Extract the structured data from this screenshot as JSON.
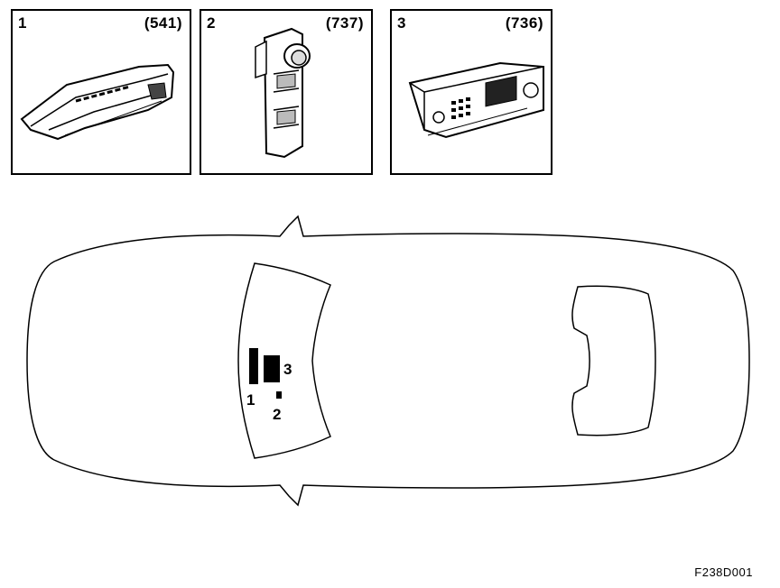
{
  "panels": [
    {
      "number": "1",
      "code": "(541)"
    },
    {
      "number": "2",
      "code": "(737)"
    },
    {
      "number": "3",
      "code": "(736)"
    }
  ],
  "car_markers": [
    "1",
    "2",
    "3"
  ],
  "figure_code": "F238D001"
}
